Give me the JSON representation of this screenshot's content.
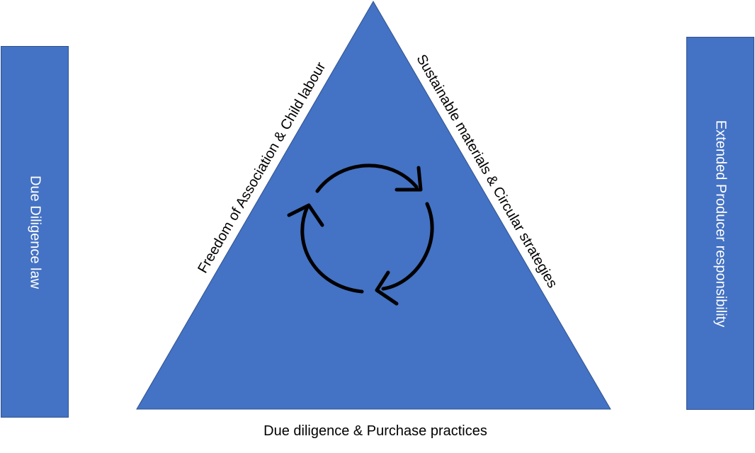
{
  "diagram": {
    "left_bar_label": "Due Diligence law",
    "right_bar_label": "Extended Producer responsibility",
    "triangle_left_edge_label": "Freedom of Association & Child labour",
    "triangle_right_edge_label": "Sustainable materials  & Circular strategies",
    "bottom_caption": "Due diligence & Purchase practices",
    "center_icon": "cycle-arrows-icon"
  },
  "colors": {
    "fill": "#4472c4",
    "border": "#2f528f",
    "arrow": "#000000"
  }
}
